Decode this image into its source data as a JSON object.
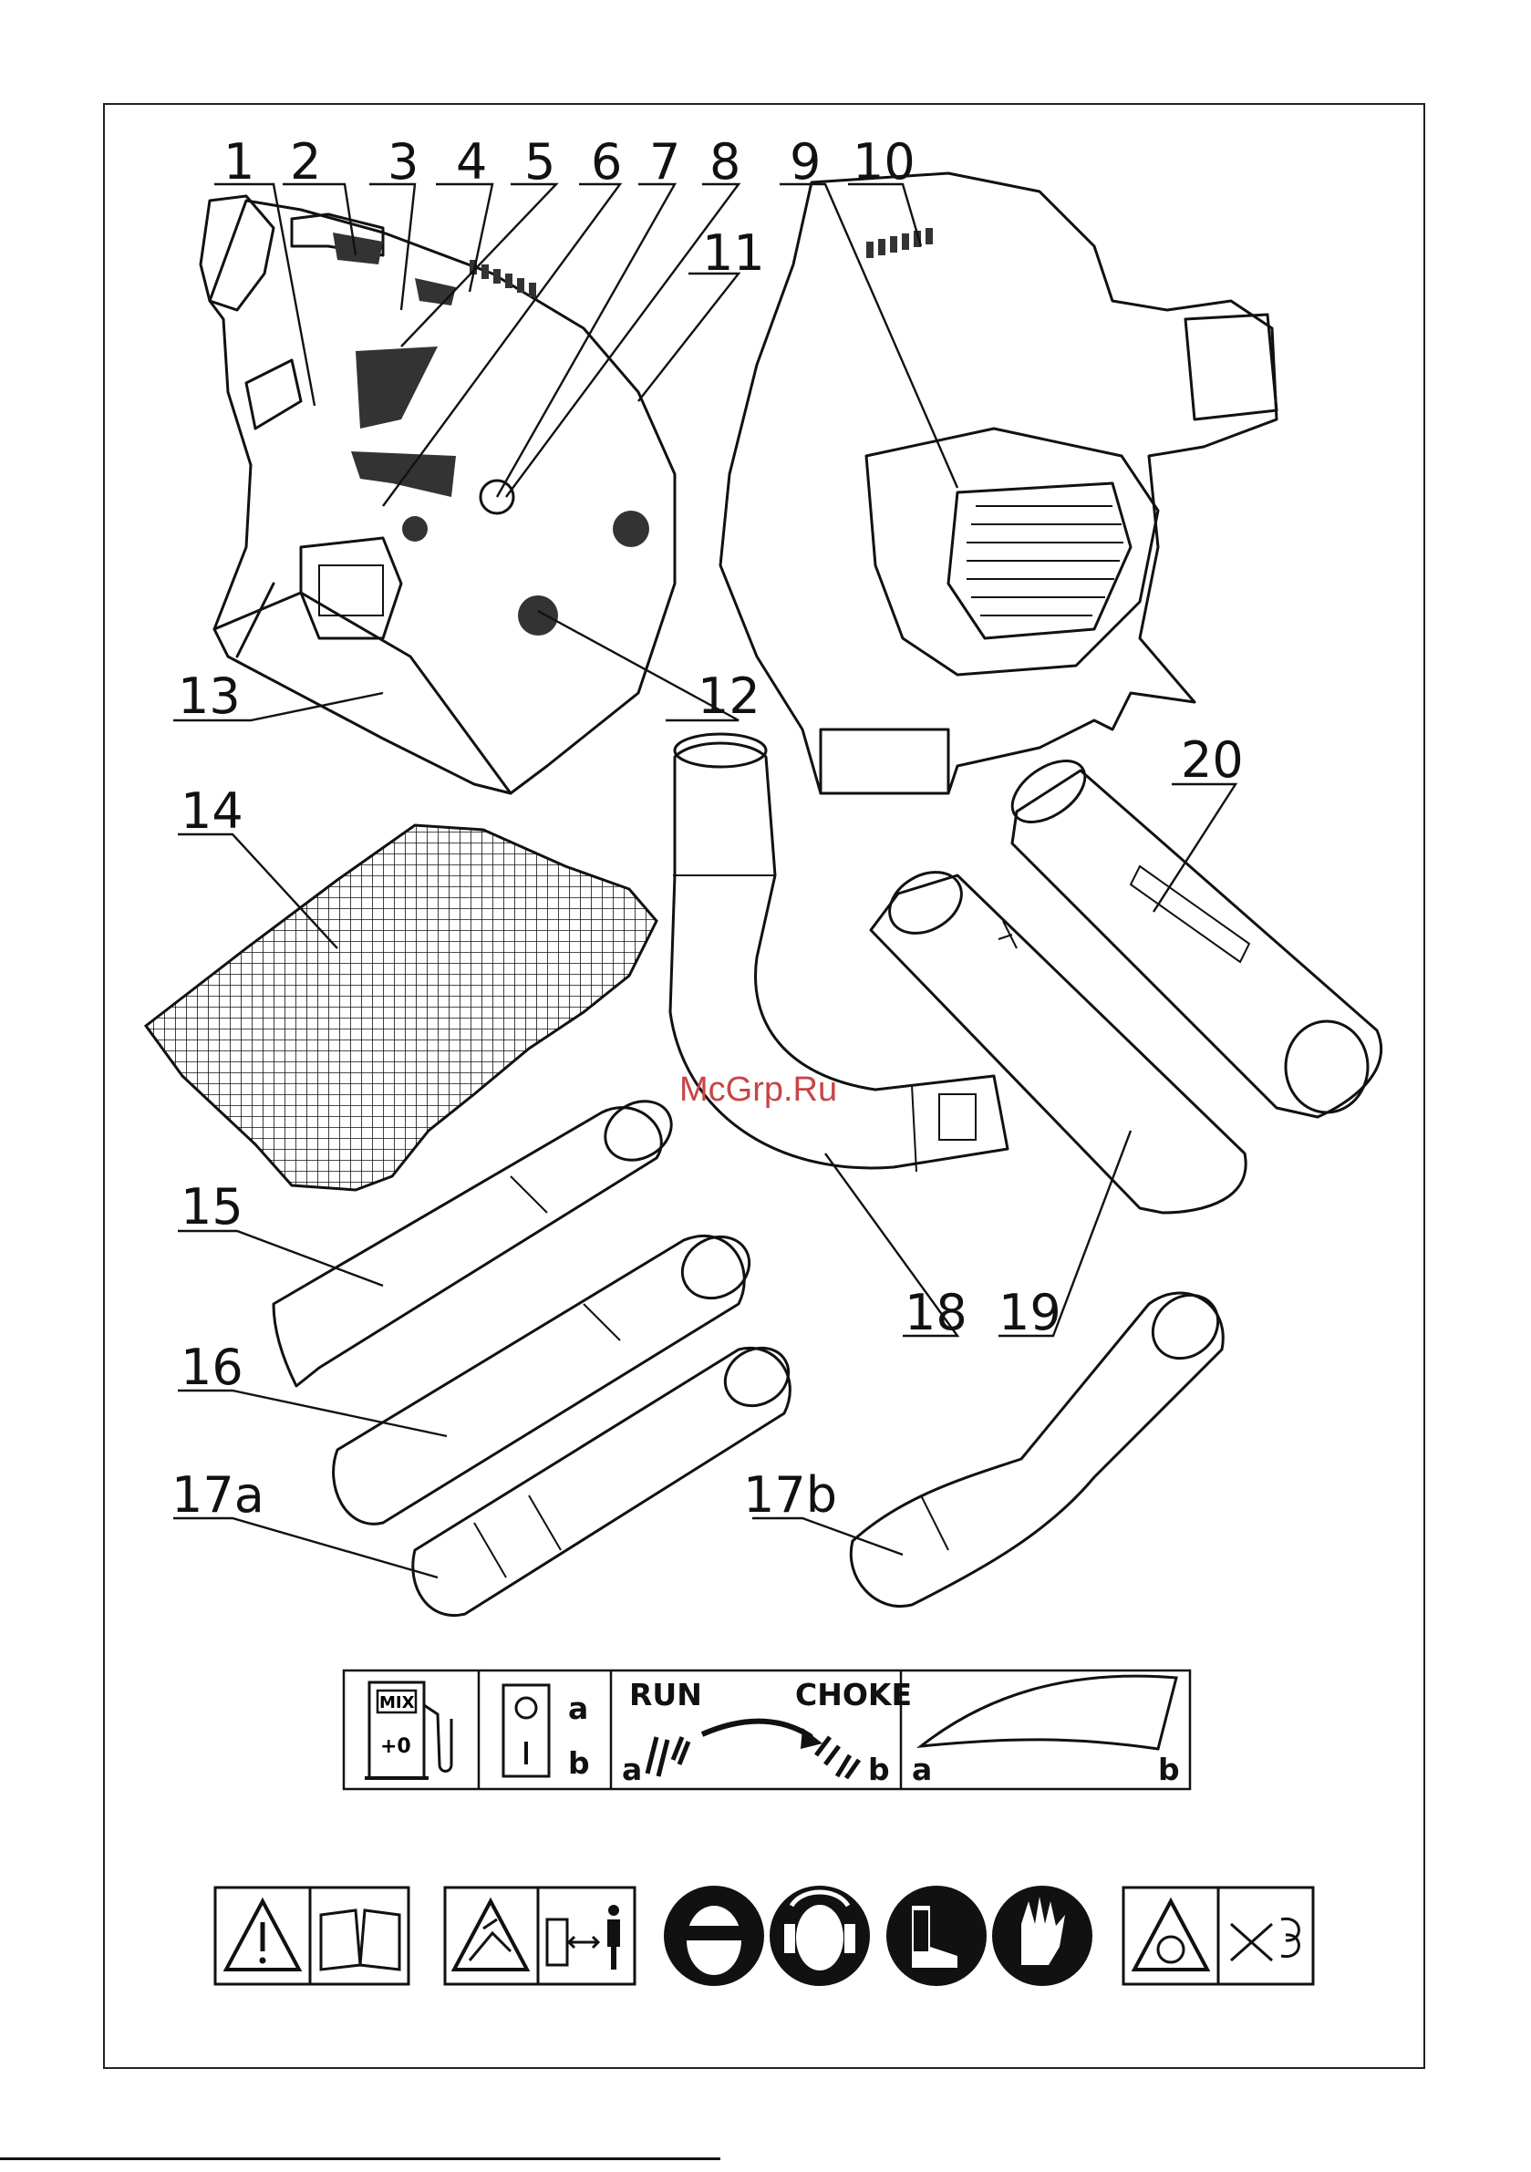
{
  "callouts": [
    "1",
    "2",
    "3",
    "4",
    "5",
    "6",
    "7",
    "8",
    "9",
    "10",
    "11",
    "12",
    "13",
    "14",
    "15",
    "16",
    "17a",
    "17b",
    "18",
    "19",
    "20"
  ],
  "watermark": "McGrp.Ru",
  "symbol_panel": {
    "fuel_label": "MIX",
    "fuel_mix": "+0",
    "switch_a": "a",
    "switch_b": "b",
    "switch_on_glyph": "O",
    "switch_off_glyph": "I",
    "run_label": "RUN",
    "choke_label": "CHOKE",
    "run_a": "a",
    "choke_b": "b",
    "throttle_a": "a",
    "throttle_b": "b"
  },
  "icons": [
    "fuel-pump-icon",
    "ignition-switch-icon",
    "choke-lever-icon",
    "throttle-arc-icon",
    "warning-read-manual-icon",
    "warning-projectiles-distance-icon",
    "eye-protection-icon",
    "ear-protection-icon",
    "safety-boots-icon",
    "gloves-icon",
    "warning-rotating-fan-icon"
  ]
}
